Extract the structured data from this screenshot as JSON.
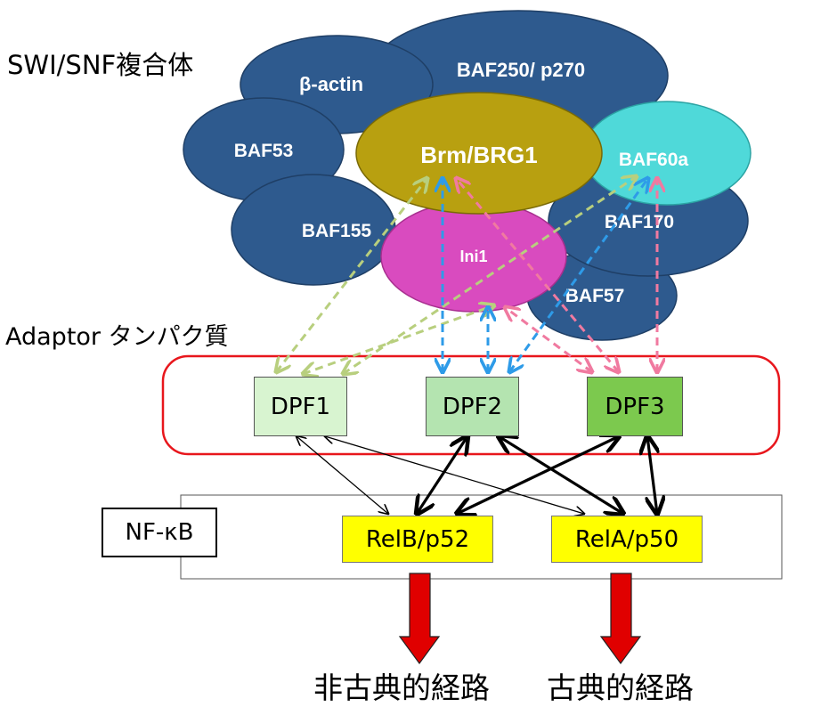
{
  "titles": {
    "complex": "SWI/SNF複合体",
    "adaptor": "Adaptor タンパク質",
    "nfkb": "NF-κB"
  },
  "subunits": {
    "beta_actin": "β-actin",
    "baf250": "BAF250/ p270",
    "baf53": "BAF53",
    "brm_brg1": "Brm/BRG1",
    "baf60a": "BAF60a",
    "baf155": "BAF155",
    "ini1": "Ini1",
    "baf170": "BAF170",
    "baf57": "BAF57"
  },
  "adaptors": {
    "dpf1": "DPF1",
    "dpf2": "DPF2",
    "dpf3": "DPF3"
  },
  "nfkb_dimers": {
    "relb_p52": "RelB/p52",
    "rela_p50": "RelA/p50"
  },
  "pathways": {
    "noncanonical": "非古典的経路",
    "canonical": "古典的経路"
  },
  "colors": {
    "subunit_blue": "#2e5a8e",
    "brm_olive": "#b8a010",
    "baf60a_cyan": "#4fd9d9",
    "ini1_magenta": "#d94bbf",
    "dpf1_fill": "#d8f4d0",
    "dpf2_fill": "#b4e4b0",
    "dpf3_fill": "#7cc94e",
    "nfkb_yellow": "#ffff00",
    "adaptor_frame_red": "#e8161c",
    "arrow_green_dashed": "#b8cf7e",
    "arrow_blue_dashed": "#2e9be8",
    "arrow_pink_dashed": "#f07aa0",
    "pathway_arrow_red": "#e00000"
  }
}
